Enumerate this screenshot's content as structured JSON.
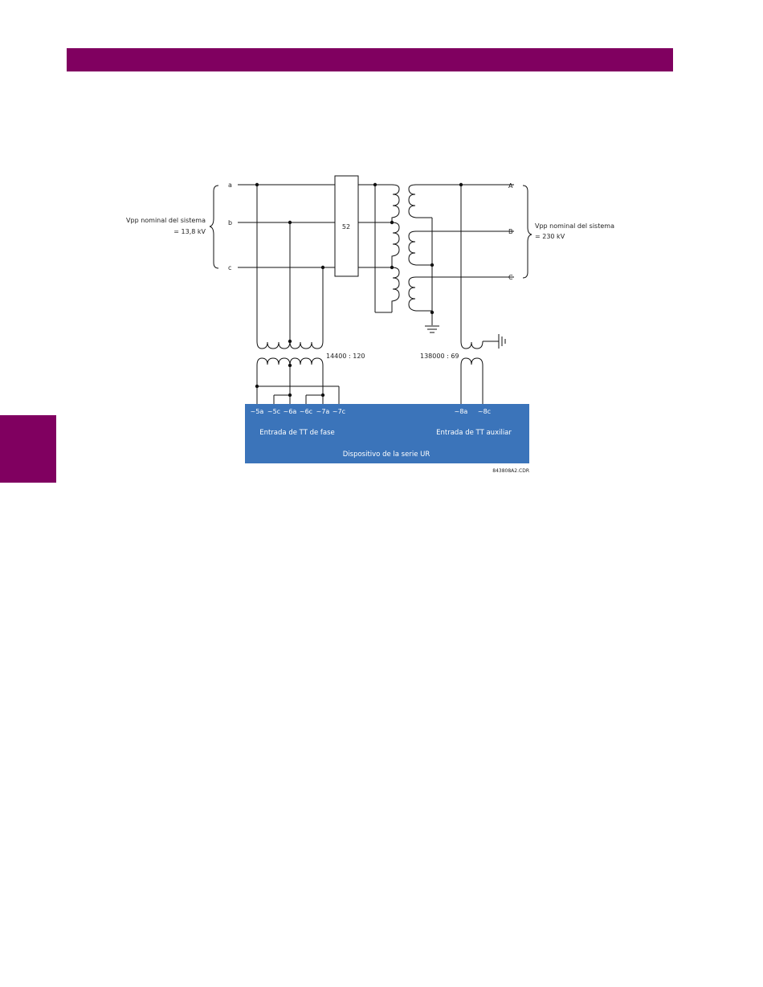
{
  "colors": {
    "header": "#800060",
    "device_box": "#3b74ba"
  },
  "labels": {
    "bus_left": [
      "a",
      "b",
      "c"
    ],
    "bus_right": [
      "A",
      "B",
      "C"
    ],
    "left_voltage_line1": "Vpp nominal del sistema",
    "left_voltage_line2": "= 13,8 kV",
    "right_voltage_line1": "Vpp nominal del sistema",
    "right_voltage_line2": "= 230 kV",
    "breaker": "52",
    "vt_ratio_phase": "14400 : 120",
    "vt_ratio_aux": "138000 : 69"
  },
  "device": {
    "terminals": [
      "~5a",
      "~5c",
      "~6a",
      "~6c",
      "~7a",
      "~7c",
      "~8a",
      "~8c"
    ],
    "phase_input": "Entrada de TT de fase",
    "aux_input": "Entrada de TT auxiliar",
    "title": "Dispositivo de la serie UR"
  },
  "figure_code": "843808A2.CDR"
}
